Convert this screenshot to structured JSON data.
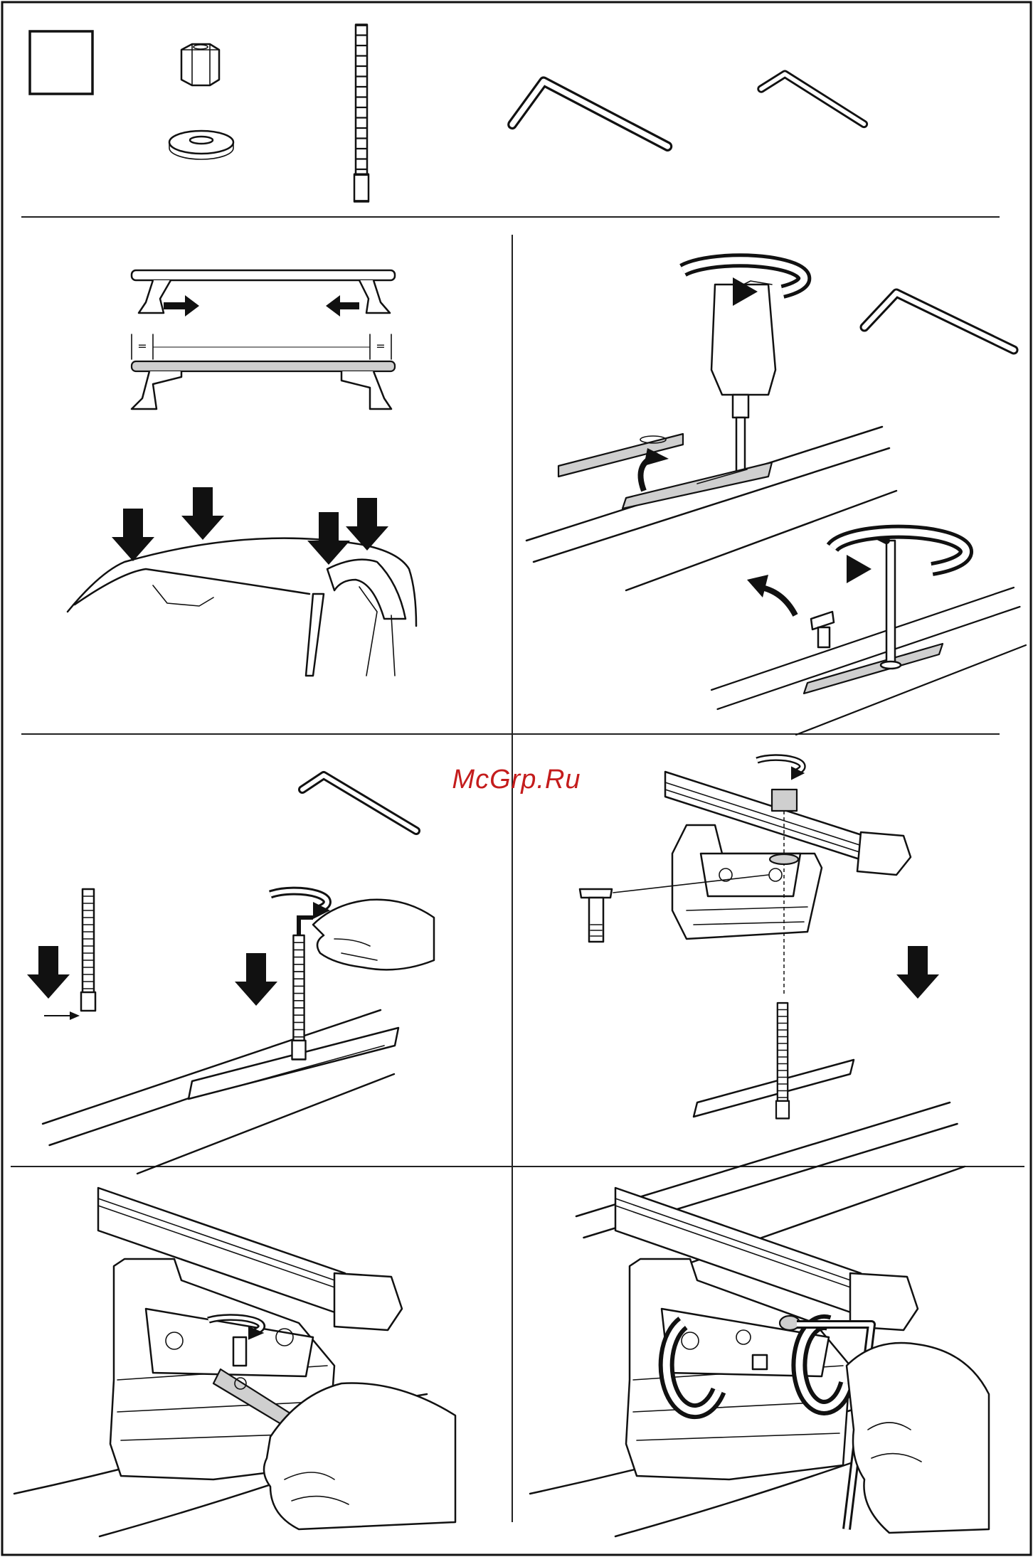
{
  "watermark": {
    "text": "McGrp.Ru",
    "color": "#c41c1c"
  },
  "colors": {
    "line": "#111111",
    "paper": "#ffffff",
    "rule": "#222222"
  },
  "panels": [
    {
      "id": "parts",
      "icon": "parts-list-icon"
    },
    {
      "id": "step-1",
      "icon": "bar-spacing-icon"
    },
    {
      "id": "step-2",
      "icon": "remove-cover-icon"
    },
    {
      "id": "step-3",
      "icon": "insert-stud-icon"
    },
    {
      "id": "step-4",
      "icon": "mount-foot-icon"
    },
    {
      "id": "step-5",
      "icon": "tighten-nut-icon"
    },
    {
      "id": "step-6",
      "icon": "fit-cover-icon"
    }
  ],
  "spacing_marks": {
    "left": "=",
    "right": "="
  }
}
